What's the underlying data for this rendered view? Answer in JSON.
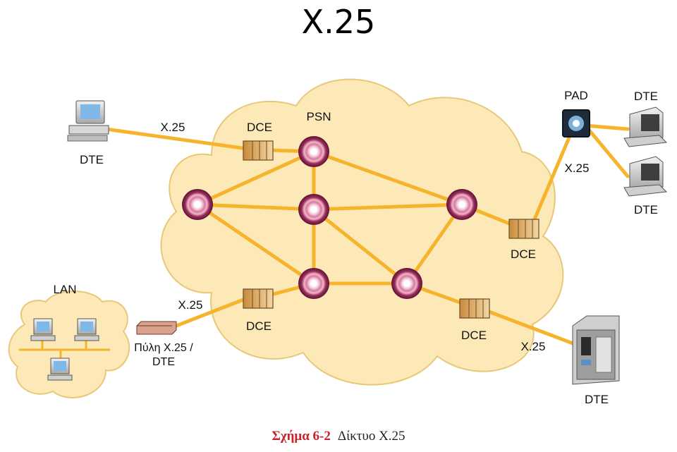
{
  "title": "X.25",
  "caption": {
    "figure": "Σχήμα 6-2",
    "text": "Δίκτυο X.25"
  },
  "labels": {
    "psn": "PSN",
    "pad": "PAD",
    "lan": "LAN",
    "dte": "DTE",
    "dce": "DCE",
    "x25": "X.25",
    "gateway_line1": "Πύλη X.25 /",
    "gateway_line2": "DTE"
  },
  "colors": {
    "cloud_fill": "#fde9b7",
    "cloud_stroke": "#e8c878",
    "link": "#f6b42c",
    "node_outer": "#8b2a52",
    "node_ring": "#e6a4bc",
    "caption_accent": "#c8232c"
  }
}
